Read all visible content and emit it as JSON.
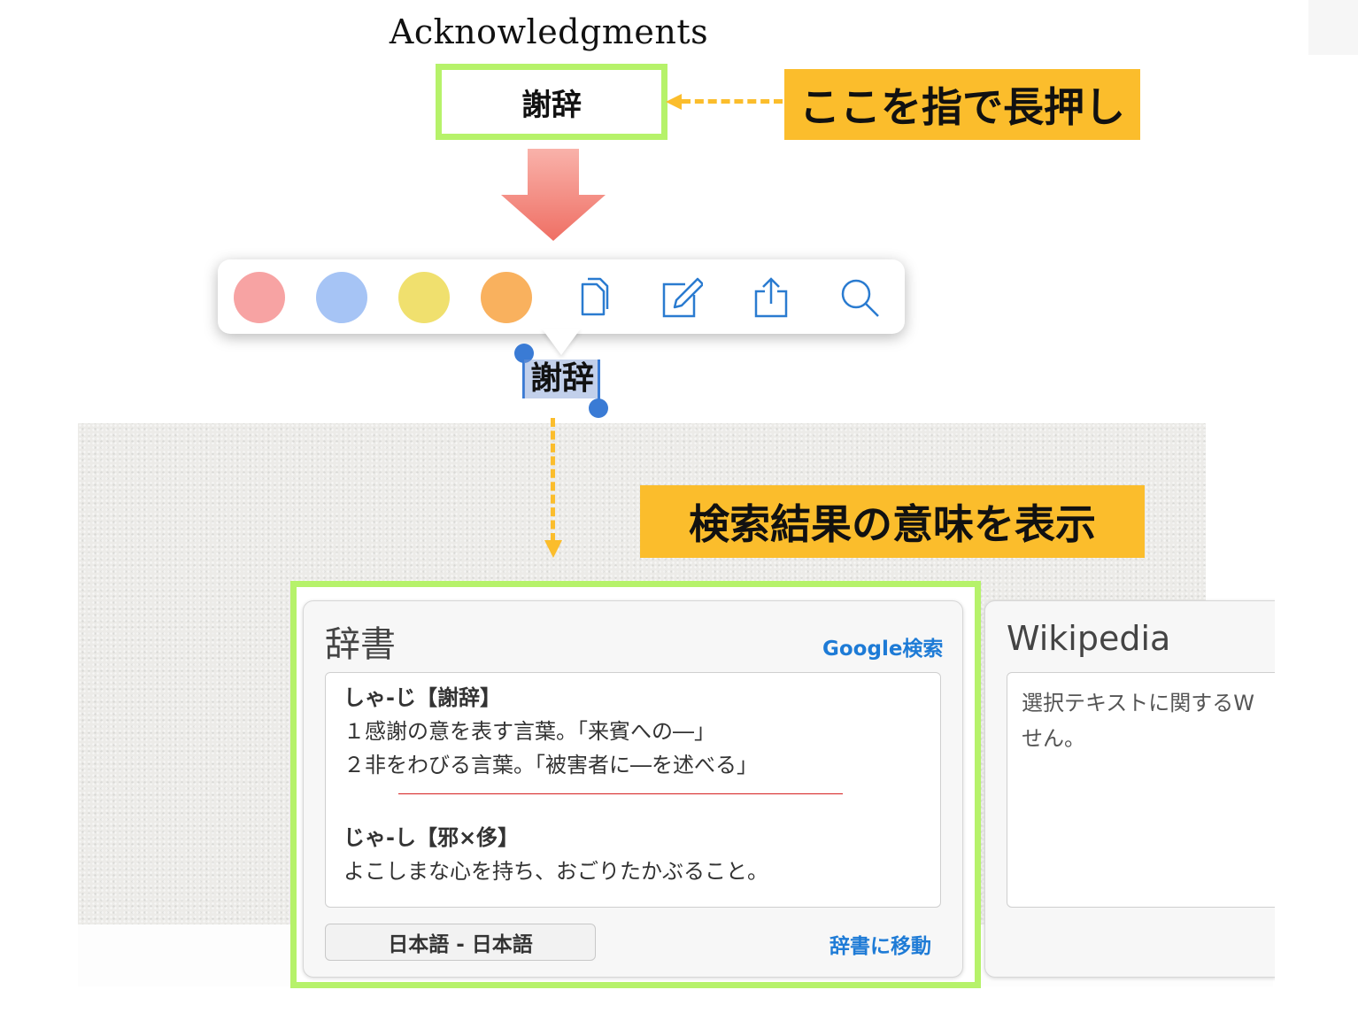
{
  "heading": "Acknowledgments",
  "target_word": "謝辞",
  "callout_long_press": "ここを指で長押し",
  "callout_result": "検索結果の意味を表示",
  "toolbar": {
    "highlight_colors": [
      "#f7a3a3",
      "#a6c4f5",
      "#f0e06e",
      "#f9b15e"
    ],
    "icons": [
      "copy-icon",
      "note-icon",
      "share-icon",
      "search-icon"
    ],
    "accent": "#2a7bd0"
  },
  "selected_text": "謝辞",
  "dictionary_panel": {
    "title": "辞書",
    "google_link": "Google検索",
    "entries": [
      {
        "heading": "しゃ-じ【謝辞】",
        "lines": [
          "１感謝の意を表す言葉。「来賓への―」",
          "２非をわびる言葉。「被害者に―を述べる」"
        ]
      },
      {
        "heading": "じゃ-し【邪×侈】",
        "lines": [
          "よこしまな心を持ち、おごりたかぶること。"
        ]
      }
    ],
    "language_button": "日本語 - 日本語",
    "goto_link": "辞書に移動"
  },
  "wikipedia_panel": {
    "title": "Wikipedia",
    "lines": [
      "選択テキストに関するW",
      "せん。"
    ]
  },
  "colors": {
    "highlight_green": "#b6f26a",
    "callout_yellow": "#fbbd2c",
    "arrow_red": "#f48a80",
    "link_blue": "#1e7bd6"
  }
}
